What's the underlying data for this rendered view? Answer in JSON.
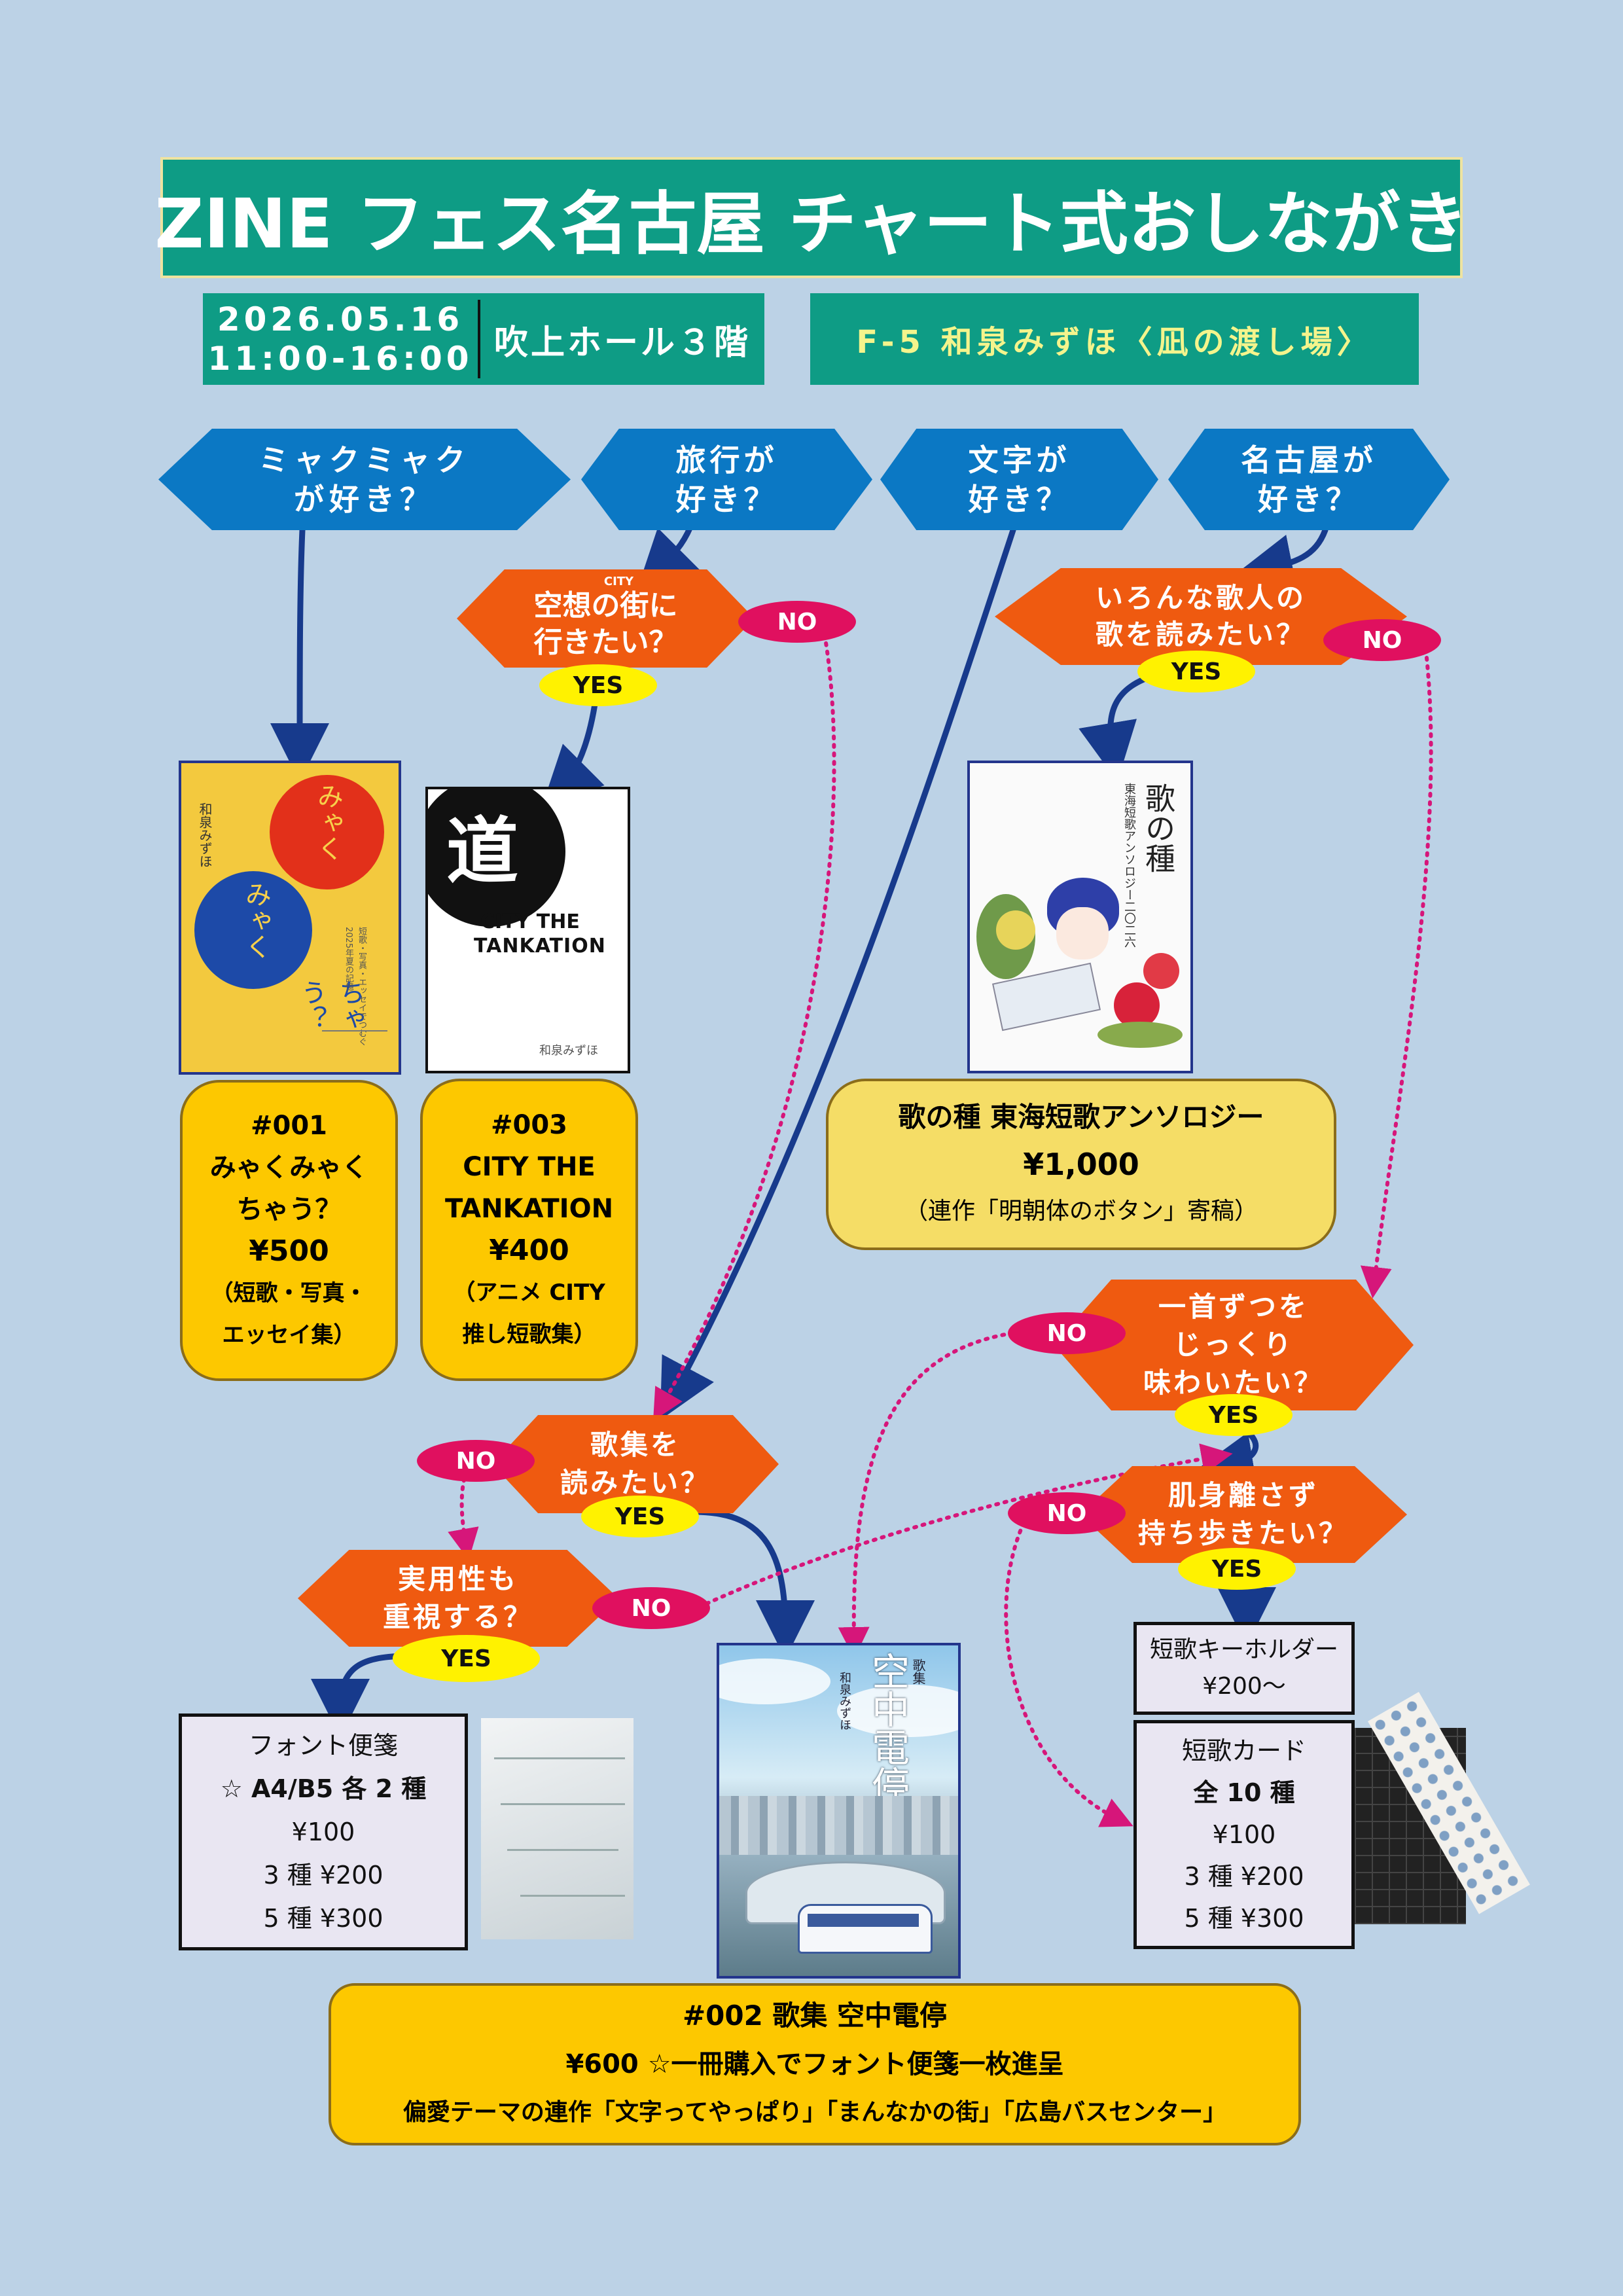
{
  "header": {
    "title": "ZINE フェス名古屋 チャート式おしながき",
    "date": "2026.05.16",
    "time": "11:00-16:00",
    "venue": "吹上ホール３階",
    "booth": "F-5 和泉みずほ〈凪の渡し場〉"
  },
  "questions": {
    "mjakumyaku": [
      "ミャクミャク",
      "が好き？"
    ],
    "travel": [
      "旅行が",
      "好き？"
    ],
    "letters": [
      "文字が",
      "好き？"
    ],
    "nagoya": [
      "名古屋が",
      "好き？"
    ],
    "fantasy_city": [
      "空想の街に",
      "行きたい？"
    ],
    "fantasy_city_small": "CITY",
    "various_poets": [
      "いろんな歌人の",
      "歌を読みたい？"
    ],
    "one_by_one": [
      "一首ずつを",
      "じっくり",
      "味わいたい？"
    ],
    "poetry_book": [
      "歌集を",
      "読みたい？"
    ],
    "carry": [
      "肌身離さず",
      "持ち歩きたい？"
    ],
    "practical": [
      "実用性も",
      "重視する？"
    ]
  },
  "labels": {
    "yes": "YES",
    "no": "NO"
  },
  "covers": {
    "c001_author": "和泉みずほ",
    "c001_title_a": "みゃく",
    "c001_title_b": "みゃく",
    "c001_title_c": "ちゃう？",
    "c001_sub": "短歌・写真・エッセイでつむぐ",
    "c001_sub2": "2025年夏の記憶",
    "c003_title_a": "CITY THE",
    "c003_title_b": "TANKATION",
    "c003_author": "和泉みずほ",
    "seed_title": "歌の種",
    "seed_sub": "東海短歌アンソロジー二〇二六",
    "c002_series": "歌集",
    "c002_title": "空中電停",
    "c002_author": "和泉みずほ"
  },
  "products": {
    "p001": {
      "no": "#001",
      "title_a": "みゃくみゃく",
      "title_b": "ちゃう？",
      "price": "¥500",
      "note_a": "（短歌・写真・",
      "note_b": "エッセイ集）"
    },
    "p003": {
      "no": "#003",
      "title_a": "CITY THE",
      "title_b": "TANKATION",
      "price": "¥400",
      "note_a": "（アニメ CITY",
      "note_b": "推し短歌集）"
    },
    "seed": {
      "title": "歌の種 東海短歌アンソロジー",
      "price": "¥1,000",
      "note": "（連作「明朝体のボタン」寄稿）"
    },
    "p002": {
      "title": "#002 歌集 空中電停",
      "line2": "¥600 ☆一冊購入でフォント便箋一枚進呈",
      "line3": "偏愛テーマの連作「文字ってやっぱり」「まんなかの街」「広島バスセンター」"
    },
    "keyholder": {
      "name": "短歌キーホルダー",
      "price": "¥200～"
    },
    "card": {
      "name": "短歌カード",
      "kinds": "全 10 種",
      "p1": "¥100",
      "p3": "3 種 ¥200",
      "p5": "5 種 ¥300"
    },
    "letter": {
      "name": "フォント便箋",
      "kinds": "☆ A4/B5 各 2 種",
      "p1": "¥100",
      "p3": "3 種 ¥200",
      "p5": "5 種 ¥300"
    }
  },
  "colors": {
    "background": "#bcd2e6",
    "title_green": "#0e9c85",
    "question_blue": "#0b78c4",
    "question_orange": "#ef5a10",
    "no_pink": "#e0105f",
    "yes_yellow": "#fff200",
    "card_yellow": "#fdc800",
    "arrow_navy": "#173a8c"
  }
}
